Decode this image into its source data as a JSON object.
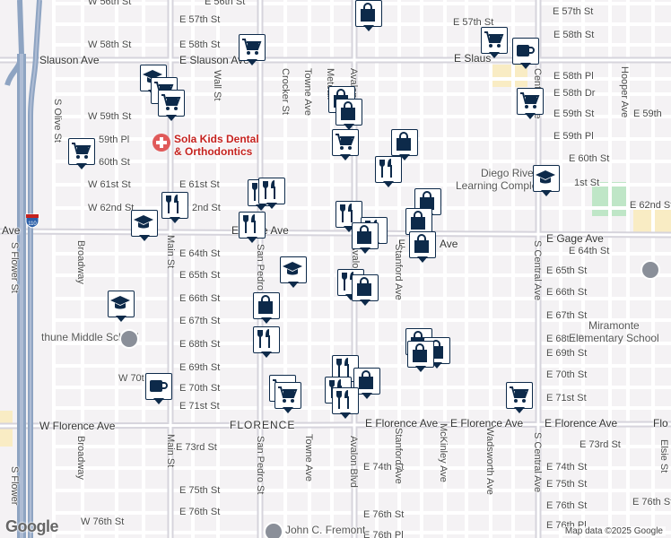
{
  "streets": {
    "w_56th": "W 56th St",
    "e_56th": "E 56th St",
    "e_57th_a": "E 57th St",
    "e_57th_b": "E 57th St",
    "e_57th_c": "E 57th St",
    "w_58th": "W 58th St",
    "e_58th_a": "E 58th St",
    "e_58th_b": "E 58th St",
    "slauson_w": "Slauson Ave",
    "slauson_e": "E Slauson Ave",
    "slauson_e2": "E Slaus",
    "e_58th_pl": "E 58th Pl",
    "e_58th_dr": "E 58th Dr",
    "w_59th": "W 59th St",
    "e_59th_a": "E 59th St",
    "e_59th_b": "E 59th",
    "w_59th_pl": "59th Pl",
    "e_59th_pl": "E 59th Pl",
    "w_60th": "60th St",
    "e_60th": "E 60th St",
    "w_61st": "W 61st St",
    "e_61st": "E 61st St",
    "e_61st_b": "1st St",
    "w_62nd": "W 62nd St",
    "e_62nd": "2nd St",
    "e_62nd_b": "E 62nd St",
    "gage_w": "Ave",
    "gage_mid": "E Gage Ave",
    "gage_mid2": "E",
    "gage_mid3": "Ave",
    "gage_e": "E Gage Ave",
    "e_64th_a": "E 64th St",
    "e_64th_b": "E 64th St",
    "e_65th_a": "E 65th St",
    "e_65th_b": "E 65th St",
    "e_66th_a": "E 66th St",
    "e_66th_b": "E 66th St",
    "e_67th_a": "E 67th St",
    "e_67th_b": "E 67th St",
    "e_68th_a": "E 68th St",
    "e_68th_b": "E 68th St",
    "e_69th_a": "E 69th St",
    "e_69th_b": "E 69th St",
    "w_70th": "W 70t",
    "e_70th_a": "E 70th St",
    "e_70th_b": "E 70th St",
    "e_71st_a": "E 71st St",
    "e_71st_b": "E 71st St",
    "florence_w": "W Florence Ave",
    "florence_caps": "FLORENCE",
    "florence_e1": "E Florence Ave",
    "florence_e2": "E Florence Ave",
    "florence_e3": "E Florence Ave",
    "florence_e4": "Flo",
    "e_73rd_a": "E 73rd St",
    "e_73rd_b": "E 73rd St",
    "e_74th_a": "E 74th St",
    "e_74th_b": "E 74th St",
    "e_75th_a": "E 75th St",
    "e_75th_b": "E 75th St",
    "e_76th_a": "E 76th St",
    "e_76th_b": "E 76th St",
    "e_76th_c": "E 76th St",
    "e_76th_d": "E 76th St",
    "w_76th": "W 76th St",
    "e_76th_pl": "E 76th Pl",
    "e_76th_pl_b": "E 76th Pl",
    "s_olive": "S Olive St",
    "s_flower_top": "S Flower St",
    "s_flower_bot": "S Flower",
    "broadway_top": "Broadway",
    "broadway_bot": "Broadway",
    "main_top": "Main St",
    "main_bot": "Main St",
    "wall": "Wall St",
    "san_pedro_top": "San Pedro St",
    "san_pedro_bot": "San Pedro St",
    "crocker": "Crocker St",
    "towne_top": "Towne Ave",
    "towne_bot": "Towne Ave",
    "metcalf": "Metcalf",
    "avalon_top": "Avalon",
    "avalon_mid": "Avalon",
    "avalon_bot": "Avalon Blvd",
    "stanford_top": "Stanford Ave",
    "stanford_bot": "Stanford Ave",
    "mckinley": "McKinley Ave",
    "wadsworth": "Wadsworth Ave",
    "central_top": "Central Ave",
    "central_mid": "S Central Ave",
    "central_bot": "S Central Ave",
    "hooper": "Hooper Ave",
    "elsie": "Elsie St"
  },
  "highway": {
    "shield": "110"
  },
  "pois": {
    "sola": "Sola Kids Dental\n& Orthodontics",
    "diego": "Diego Rivera\nLearning Complex",
    "bethune": "thune Middle School",
    "miramonte": "Miramonte\nElementary School",
    "fremont": "John C. Fremont"
  },
  "icons": {
    "cart": "shopping-cart-icon",
    "bag": "shopping-bag-icon",
    "food": "fork-knife-icon",
    "cafe": "coffee-cup-icon",
    "school": "graduation-cap-icon",
    "medical": "medical-cross-icon"
  },
  "colors": {
    "marker_border": "#0d2a4a",
    "map_bg": "#f4f2f4",
    "freeway": "#8ea4c2",
    "park": "#bfe6c7"
  },
  "footer": {
    "google": "Google",
    "attribution": "Map data ©2025 Google"
  }
}
